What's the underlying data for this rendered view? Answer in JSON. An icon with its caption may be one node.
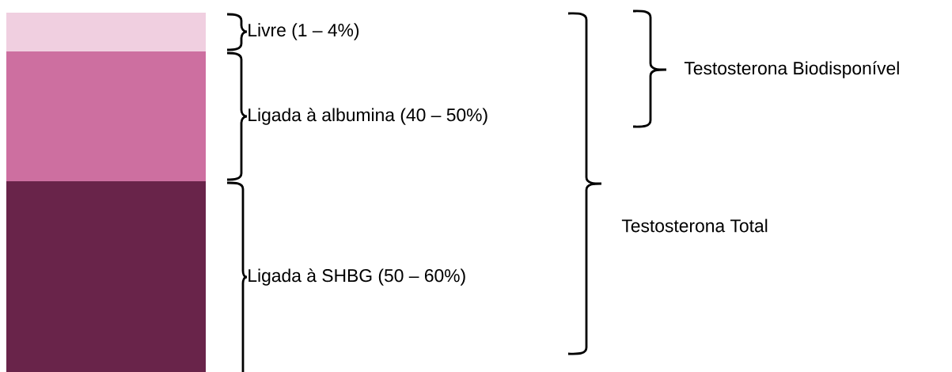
{
  "diagram": {
    "labels": [
      "Livre (1 – 4%)",
      "Ligada à albumina (40 – 50%)",
      "Ligada à SHBG (50 – 60%)",
      "Testosterona Biodisponível",
      "Testosterona Total"
    ]
  }
}
